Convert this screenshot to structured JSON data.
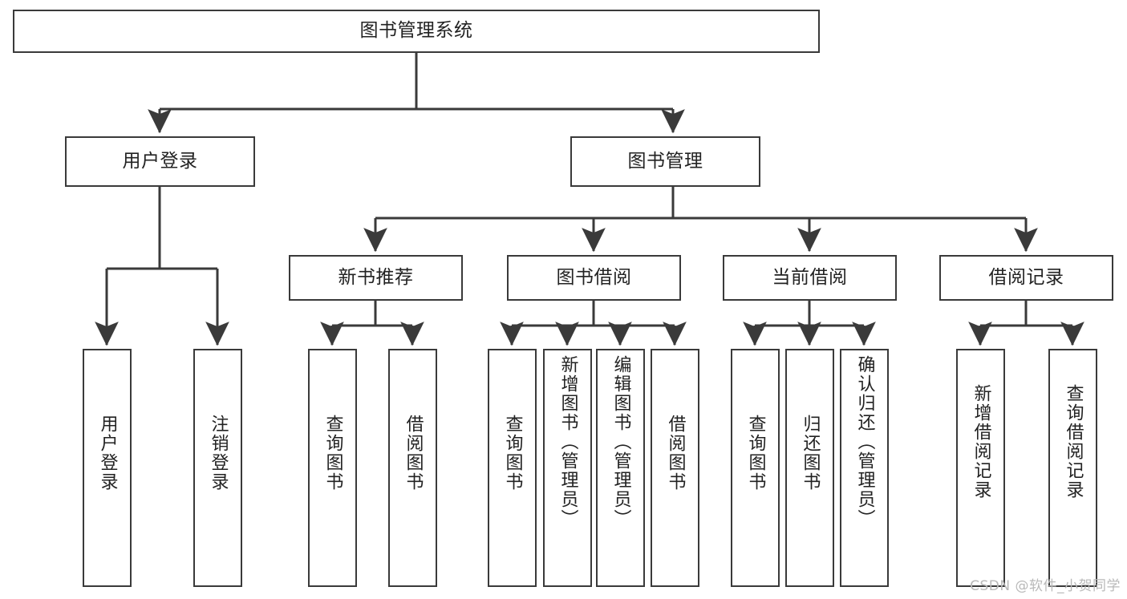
{
  "diagram": {
    "title": "图书管理系统",
    "type": "tree-hierarchy-chart",
    "watermark": "CSDN @软件_小贺同学",
    "colors": {
      "background": "#ffffff",
      "node_border": "#3a3a3a",
      "node_fill": "#ffffff",
      "edge": "#3a3a3a",
      "text": "#222222",
      "watermark": "#b9b9b9"
    },
    "levels": {
      "root": {
        "label": "图书管理系统"
      },
      "level2": [
        {
          "id": "user-login",
          "label": "用户登录"
        },
        {
          "id": "book-management",
          "label": "图书管理"
        }
      ],
      "level3": [
        {
          "id": "new-book-recommend",
          "label": "新书推荐"
        },
        {
          "id": "book-borrow",
          "label": "图书借阅"
        },
        {
          "id": "current-borrow",
          "label": "当前借阅"
        },
        {
          "id": "borrow-record",
          "label": "借阅记录"
        }
      ],
      "leaves": {
        "user_login": [
          {
            "id": "leaf-user-login",
            "label": "用户登录"
          },
          {
            "id": "leaf-logout-login",
            "label": "注销登录"
          }
        ],
        "new_book_recommend": [
          {
            "id": "leaf-query-book-1",
            "label": "查询图书"
          },
          {
            "id": "leaf-borrow-book-1",
            "label": "借阅图书"
          }
        ],
        "book_borrow": [
          {
            "id": "leaf-query-book-2",
            "label": "查询图书"
          },
          {
            "id": "leaf-add-book",
            "label": "新增图书（管理员）"
          },
          {
            "id": "leaf-edit-book",
            "label": "编辑图书（管理员）"
          },
          {
            "id": "leaf-borrow-book-2",
            "label": "借阅图书"
          }
        ],
        "current_borrow": [
          {
            "id": "leaf-query-book-3",
            "label": "查询图书"
          },
          {
            "id": "leaf-return-book",
            "label": "归还图书"
          },
          {
            "id": "leaf-confirm-return",
            "label": "确认归还（管理员）"
          }
        ],
        "borrow_record": [
          {
            "id": "leaf-add-record",
            "label": "新增借阅记录"
          },
          {
            "id": "leaf-query-record",
            "label": "查询借阅记录"
          }
        ]
      }
    }
  }
}
